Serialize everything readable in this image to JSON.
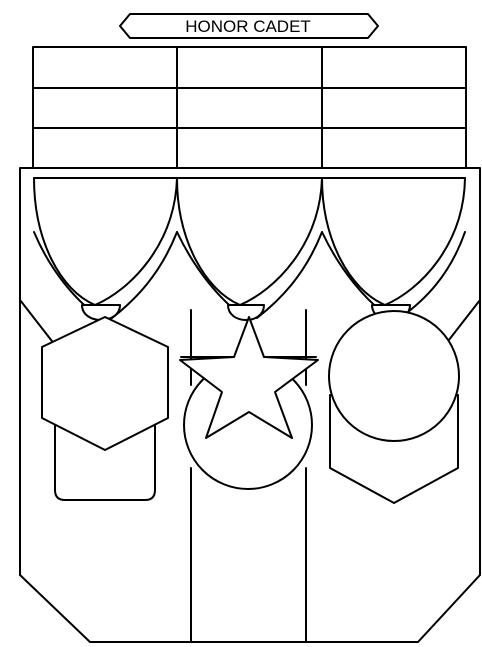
{
  "banner": {
    "label": "HONOR CADET"
  },
  "colors": {
    "stroke": "#000000",
    "background": "#ffffff"
  },
  "drawing": {
    "ribbon_rows": 3,
    "ribbon_columns": 3,
    "medals": [
      {
        "name": "hexagon-medal",
        "pendant": "rounded-tab"
      },
      {
        "name": "star-medal",
        "pendant": "circle"
      },
      {
        "name": "circle-medal",
        "pendant": "pointed-shield"
      }
    ]
  }
}
